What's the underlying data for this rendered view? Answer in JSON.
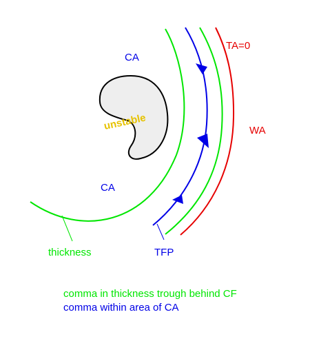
{
  "labels": {
    "ca_top": "CA",
    "ca_bottom": "CA",
    "ta_zero": "TA=0",
    "wa": "WA",
    "unstable": "unstable",
    "thickness": "thickness",
    "tfp": "TFP"
  },
  "captions": {
    "line1": "comma in thickness trough behind CF",
    "line2": "comma within area of CA"
  },
  "colors": {
    "green": "#00e600",
    "blue": "#0000e6",
    "red": "#e60000",
    "yellow": "#e6c200",
    "comma_fill": "#eeeeee",
    "outline": "#000000"
  }
}
